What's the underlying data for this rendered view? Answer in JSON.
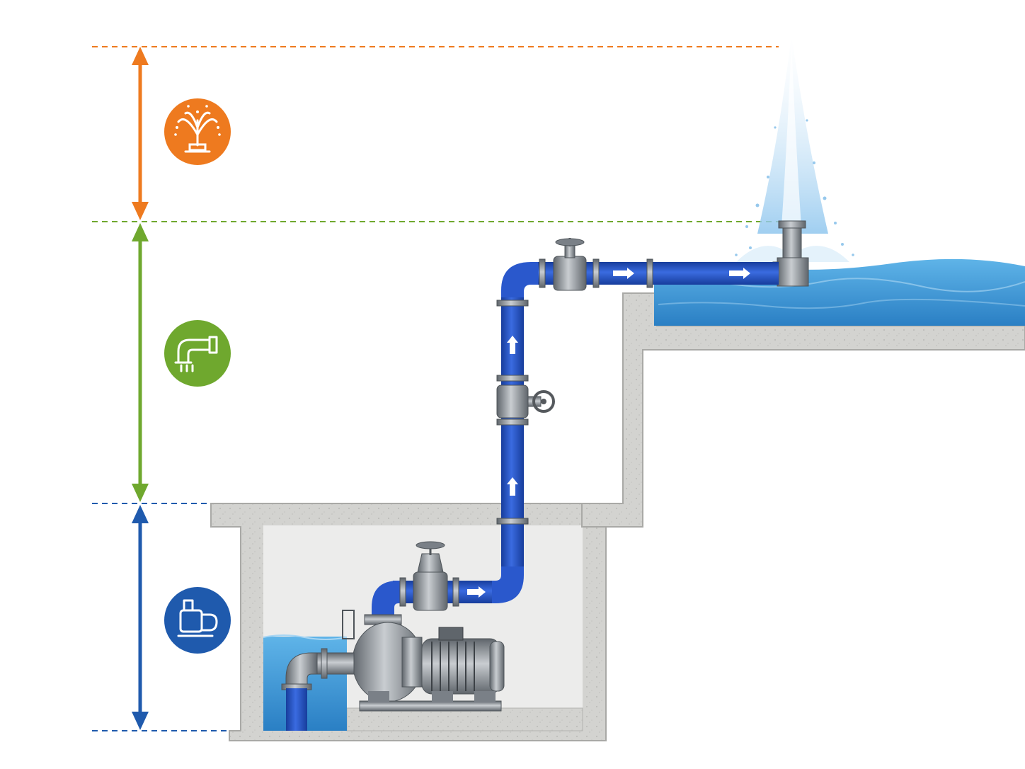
{
  "colors": {
    "fountain_head": "#ee7a1f",
    "piping_loss": "#6fa82e",
    "pump_suction": "#1f5aad",
    "pipe_blue": "#2452c8",
    "pipe_highlight": "#5a87ee",
    "water": "#3f9bd8",
    "concrete": "#cfcfcc",
    "steel": "#9aa1a8"
  },
  "icons": {
    "top": "fountain-icon",
    "middle": "pipe-elbow-icon",
    "bottom": "centrifugal-pump-icon"
  },
  "components": [
    "fountain-nozzle",
    "discharge-pipe",
    "gate-valve-upper",
    "gate-valve-riser",
    "gate-valve-lower",
    "centrifugal-pump",
    "electric-motor",
    "suction-pipe",
    "pump-pit",
    "upper-pool"
  ]
}
